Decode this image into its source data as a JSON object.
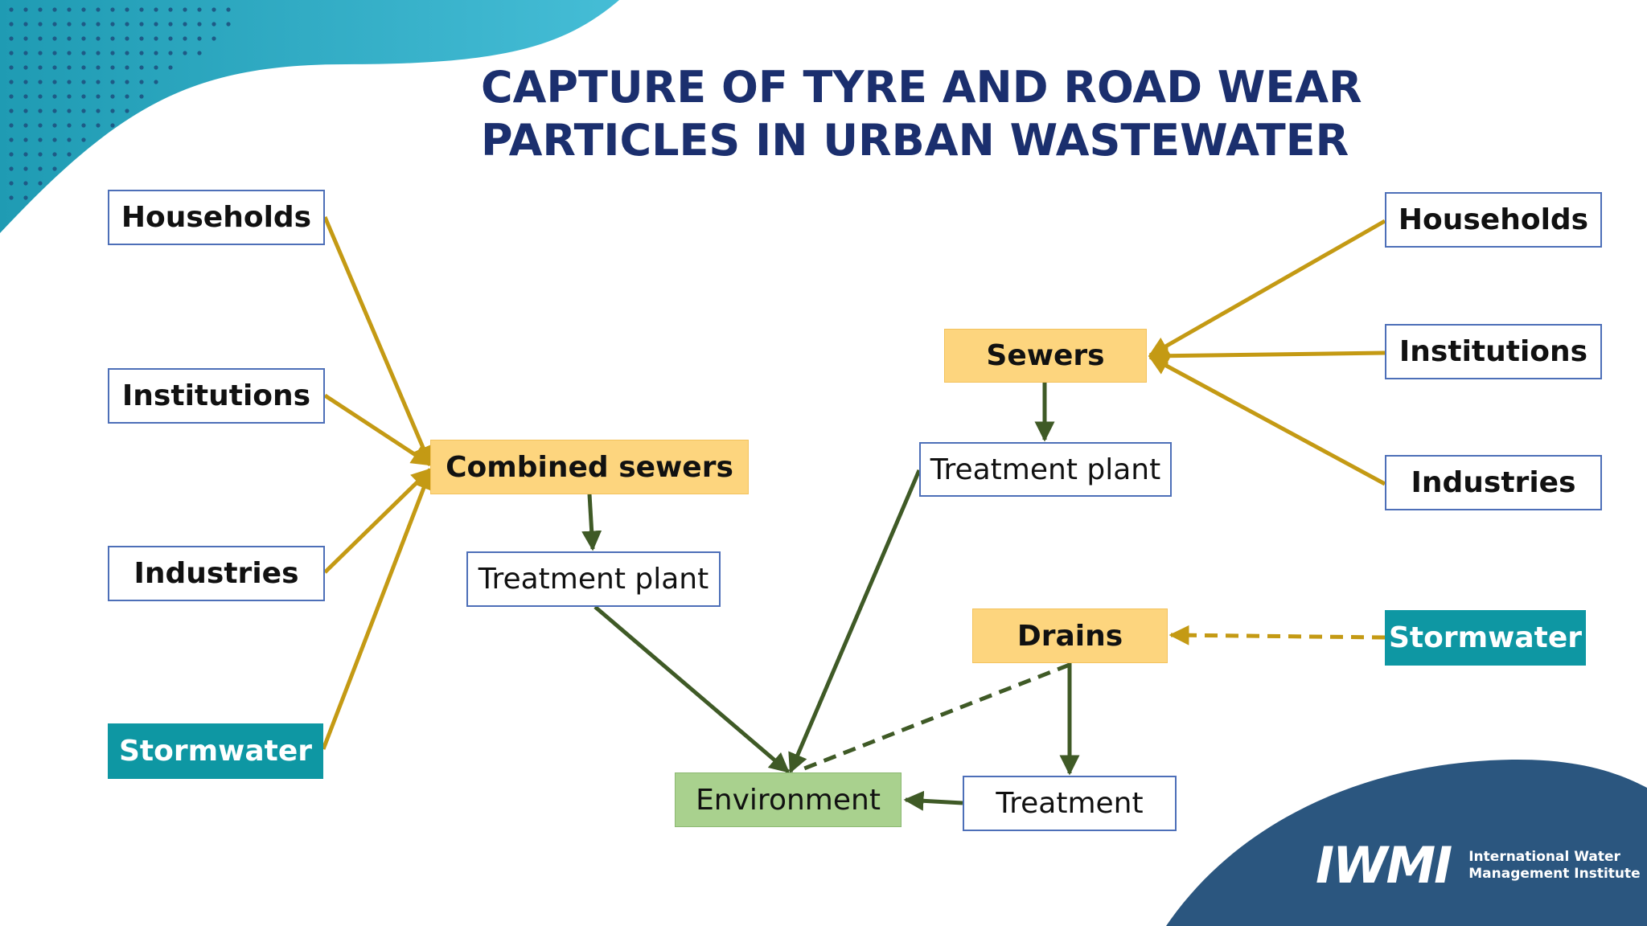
{
  "title": {
    "line1": "CAPTURE OF TYRE AND ROAD WEAR",
    "line2": "PARTICLES IN URBAN WASTEWATER"
  },
  "left": {
    "households": "Households",
    "institutions": "Institutions",
    "industries": "Industries",
    "stormwater": "Stormwater",
    "combined_sewers": "Combined sewers",
    "treatment_plant": "Treatment plant"
  },
  "center": {
    "environment": "Environment"
  },
  "right": {
    "sewers": "Sewers",
    "treatment_plant": "Treatment plant",
    "households": "Households",
    "institutions": "Institutions",
    "industries": "Industries",
    "drains": "Drains",
    "stormwater": "Stormwater",
    "treatment": "Treatment"
  },
  "logo": {
    "mark": "IWMI",
    "line1": "International Water",
    "line2": "Management Institute"
  },
  "colors": {
    "title": "#1b2f6e",
    "gold_arrow": "#c49a14",
    "green_arrow": "#3f5a26",
    "teal": "#0e97a3",
    "yellow_box": "#fdd57e",
    "green_box": "#a9d18e",
    "box_border": "#4d6fb8",
    "corner_navy": "#2b567f"
  }
}
